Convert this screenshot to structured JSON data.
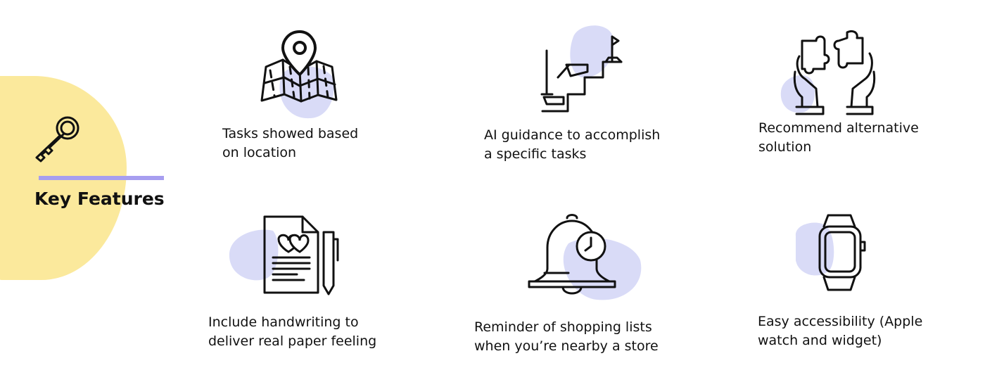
{
  "sidebar": {
    "heading": "Key Features",
    "icon": "key-icon",
    "accent_color": "#a79ef0",
    "blob_color": "#fbe99c"
  },
  "features": [
    {
      "icon": "map-pin-icon",
      "label": "Tasks showed based\non location"
    },
    {
      "icon": "stairs-flag-icon",
      "label": "AI guidance to accomplish\na specific tasks"
    },
    {
      "icon": "puzzle-hands-icon",
      "label": "Recommend alternative\nsolution"
    },
    {
      "icon": "letter-pen-icon",
      "label": "Include handwriting to\ndeliver real paper feeling"
    },
    {
      "icon": "bell-clock-icon",
      "label": "Reminder of shopping lists\nwhen you’re nearby a store"
    },
    {
      "icon": "smartwatch-icon",
      "label": "Easy accessibility (Apple\nwatch and widget)"
    }
  ],
  "colors": {
    "highlight_blob": "#d9dbf7",
    "text": "#111111"
  }
}
